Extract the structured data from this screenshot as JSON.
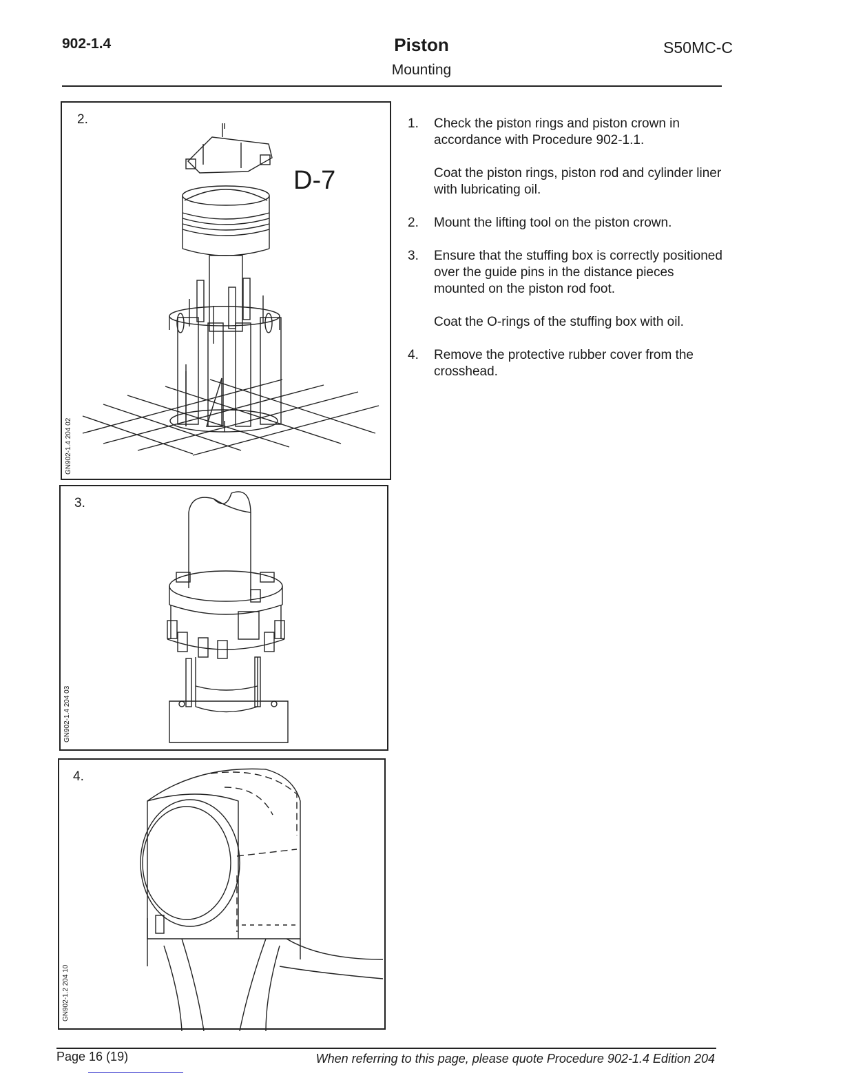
{
  "header": {
    "doc_number": "902-1.4",
    "title": "Piston",
    "subtitle": "Mounting",
    "engine": "S50MC-C"
  },
  "figures": [
    {
      "number": "2.",
      "label": "D-7",
      "code": "GN902-1.4 204 02"
    },
    {
      "number": "3.",
      "code": "GN902-1.4 204 03"
    },
    {
      "number": "4.",
      "code": "GN902-1.2 204 10"
    }
  ],
  "steps": [
    {
      "number": "1.",
      "paragraphs": [
        "Check the piston rings and piston crown in accordance with Procedure 902-1.1.",
        "Coat the piston rings, piston rod and cylinder liner with lubricating oil."
      ]
    },
    {
      "number": "2.",
      "paragraphs": [
        "Mount the lifting tool on the piston crown."
      ]
    },
    {
      "number": "3.",
      "paragraphs": [
        "Ensure that the stuffing box is correctly positioned over the guide pins in the distance pieces mounted on the piston rod foot.",
        "Coat the O-rings of the stuffing box with oil."
      ]
    },
    {
      "number": "4.",
      "paragraphs": [
        "Remove the protective rubber cover from the crosshead."
      ]
    }
  ],
  "footer": {
    "page": "Page 16 (19)",
    "note": "When referring to this page, please quote Procedure 902-1.4 Edition 204"
  }
}
